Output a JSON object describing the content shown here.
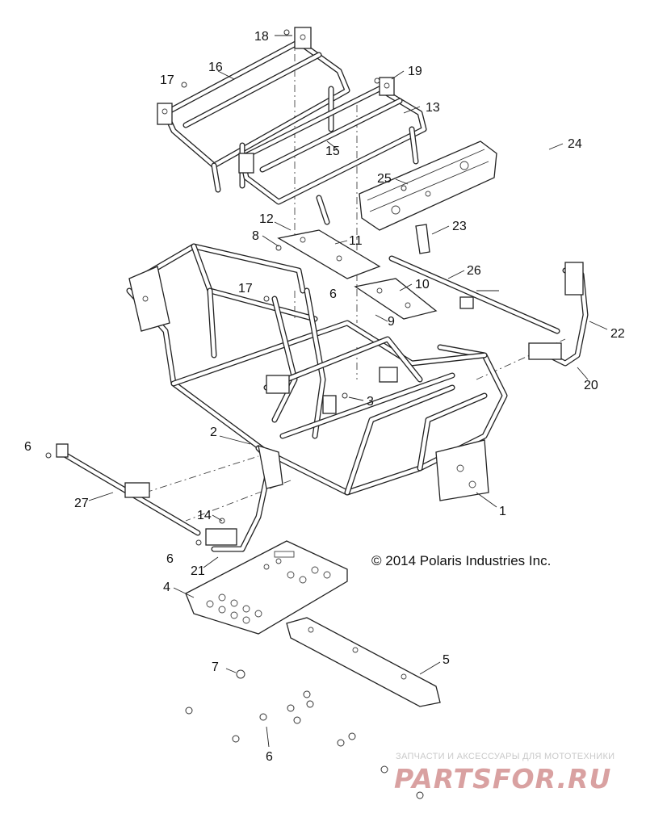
{
  "copyright": "© 2014 Polaris Industries Inc.",
  "watermark": {
    "tagline": "ЗАПЧАСТИ И АКСЕССУАРЫ ДЛЯ МОТОТЕХНИКИ",
    "logo": "PARTSFOR.RU",
    "color": "#d9a1a1"
  },
  "callouts": [
    {
      "id": "c18",
      "label": "18"
    },
    {
      "id": "c16",
      "label": "16"
    },
    {
      "id": "c17a",
      "label": "17"
    },
    {
      "id": "c19",
      "label": "19"
    },
    {
      "id": "c13",
      "label": "13"
    },
    {
      "id": "c15",
      "label": "15"
    },
    {
      "id": "c24",
      "label": "24"
    },
    {
      "id": "c25",
      "label": "25"
    },
    {
      "id": "c23",
      "label": "23"
    },
    {
      "id": "c12",
      "label": "12"
    },
    {
      "id": "c8",
      "label": "8"
    },
    {
      "id": "c11",
      "label": "11"
    },
    {
      "id": "c26",
      "label": "26"
    },
    {
      "id": "c17b",
      "label": "17"
    },
    {
      "id": "c6a",
      "label": "6"
    },
    {
      "id": "c10",
      "label": "10"
    },
    {
      "id": "c9",
      "label": "9"
    },
    {
      "id": "c22",
      "label": "22"
    },
    {
      "id": "c20",
      "label": "20"
    },
    {
      "id": "c3",
      "label": "3"
    },
    {
      "id": "c2",
      "label": "2"
    },
    {
      "id": "c6b",
      "label": "6"
    },
    {
      "id": "c27",
      "label": "27"
    },
    {
      "id": "c1",
      "label": "1"
    },
    {
      "id": "c14",
      "label": "14"
    },
    {
      "id": "c6c",
      "label": "6"
    },
    {
      "id": "c21",
      "label": "21"
    },
    {
      "id": "c4",
      "label": "4"
    },
    {
      "id": "c5",
      "label": "5"
    },
    {
      "id": "c7",
      "label": "7"
    },
    {
      "id": "c6d",
      "label": "6"
    }
  ]
}
